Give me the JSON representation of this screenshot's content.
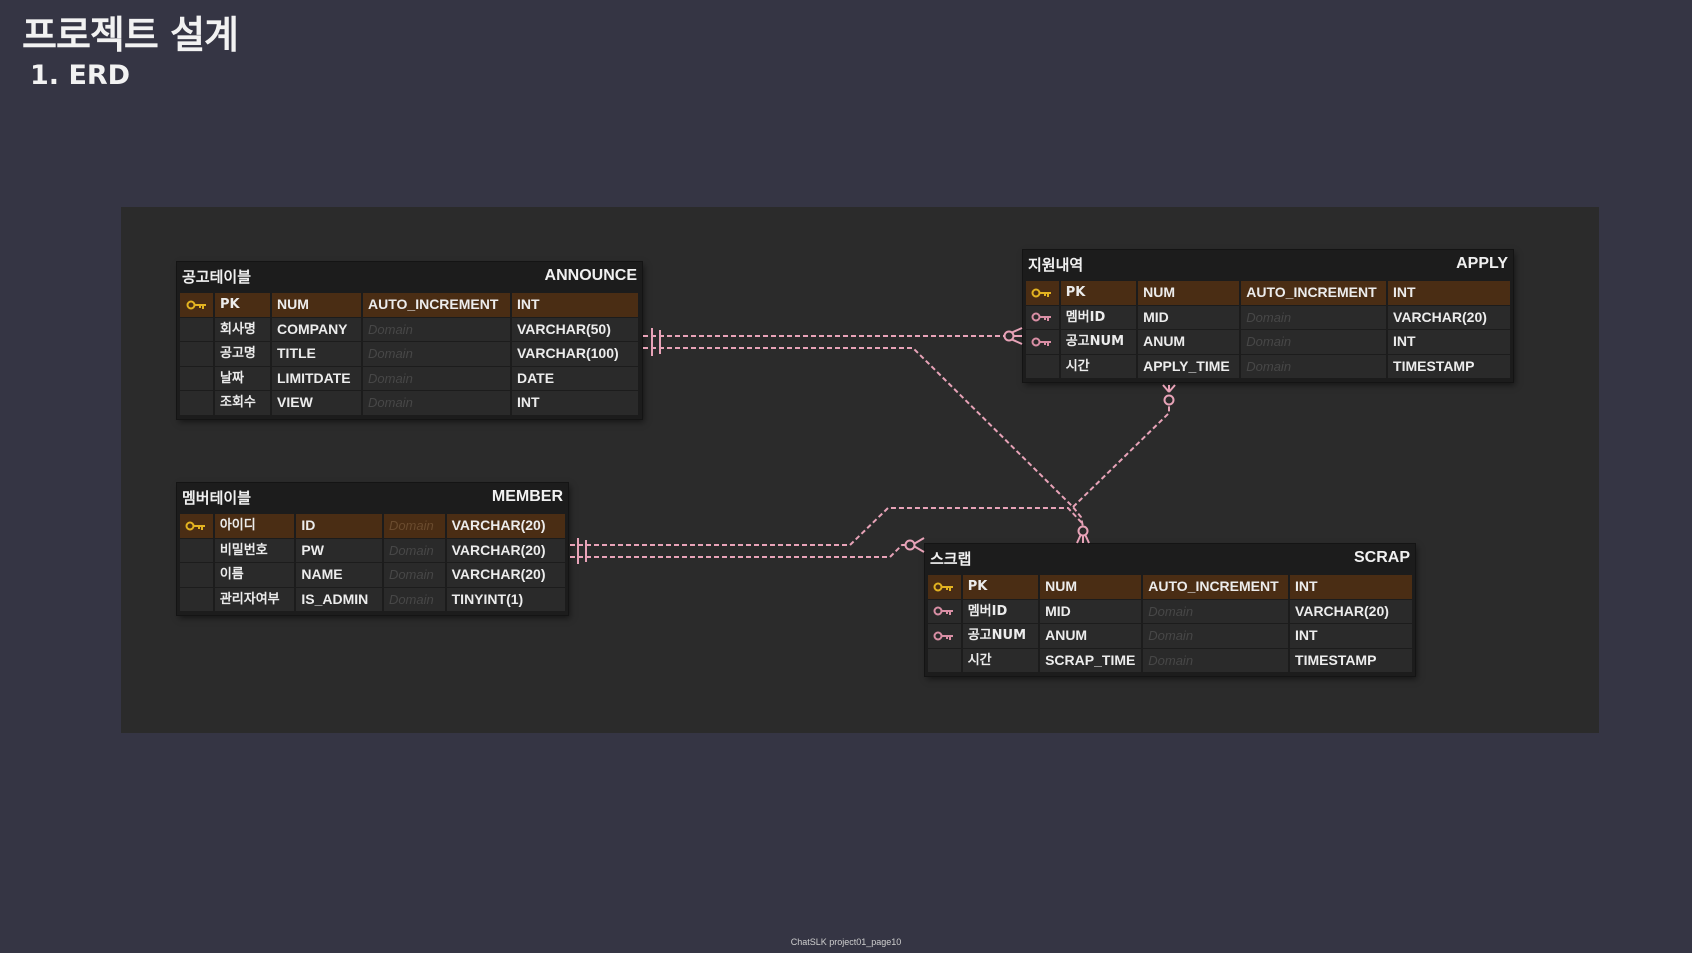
{
  "slide": {
    "title": "프로젝트 설계",
    "subtitle": "1. ERD"
  },
  "colors": {
    "background": "#353544",
    "canvas": "#2b2b2b",
    "pk_row": "#4a2d14",
    "relation_line": "#e8a3b8",
    "pk_key": "#e3b321",
    "fk_key": "#d98fa5"
  },
  "entities": {
    "announce": {
      "logical": "공고테이블",
      "physical": "ANNOUNCE",
      "rows": [
        {
          "key": "pk-key-icon",
          "logical": "PK",
          "physical": "NUM",
          "domain": "AUTO_INCREMENT",
          "type": "INT"
        },
        {
          "key": "",
          "logical": "회사명",
          "physical": "COMPANY",
          "domain": "Domain",
          "type": "VARCHAR(50)"
        },
        {
          "key": "",
          "logical": "공고명",
          "physical": "TITLE",
          "domain": "Domain",
          "type": "VARCHAR(100)"
        },
        {
          "key": "",
          "logical": "날짜",
          "physical": "LIMITDATE",
          "domain": "Domain",
          "type": "DATE"
        },
        {
          "key": "",
          "logical": "조회수",
          "physical": "VIEW",
          "domain": "Domain",
          "type": "INT"
        }
      ]
    },
    "apply": {
      "logical": "지원내역",
      "physical": "APPLY",
      "rows": [
        {
          "key": "pk-key-icon",
          "logical": "PK",
          "physical": "NUM",
          "domain": "AUTO_INCREMENT",
          "type": "INT"
        },
        {
          "key": "fk-key-icon",
          "logical": "멤버ID",
          "physical": "MID",
          "domain": "Domain",
          "type": "VARCHAR(20)"
        },
        {
          "key": "fk-key-icon",
          "logical": "공고NUM",
          "physical": "ANUM",
          "domain": "Domain",
          "type": "INT"
        },
        {
          "key": "",
          "logical": "시간",
          "physical": "APPLY_TIME",
          "domain": "Domain",
          "type": "TIMESTAMP"
        }
      ]
    },
    "member": {
      "logical": "멤버테이블",
      "physical": "MEMBER",
      "rows": [
        {
          "key": "pk-key-icon",
          "logical": "아이디",
          "physical": "ID",
          "domain": "Domain",
          "type": "VARCHAR(20)"
        },
        {
          "key": "",
          "logical": "비밀번호",
          "physical": "PW",
          "domain": "Domain",
          "type": "VARCHAR(20)"
        },
        {
          "key": "",
          "logical": "이름",
          "physical": "NAME",
          "domain": "Domain",
          "type": "VARCHAR(20)"
        },
        {
          "key": "",
          "logical": "관리자여부",
          "physical": "IS_ADMIN",
          "domain": "Domain",
          "type": "TINYINT(1)"
        }
      ]
    },
    "scrap": {
      "logical": "스크랩",
      "physical": "SCRAP",
      "rows": [
        {
          "key": "pk-key-icon",
          "logical": "PK",
          "physical": "NUM",
          "domain": "AUTO_INCREMENT",
          "type": "INT"
        },
        {
          "key": "fk-key-icon",
          "logical": "멤버ID",
          "physical": "MID",
          "domain": "Domain",
          "type": "VARCHAR(20)"
        },
        {
          "key": "fk-key-icon",
          "logical": "공고NUM",
          "physical": "ANUM",
          "domain": "Domain",
          "type": "INT"
        },
        {
          "key": "",
          "logical": "시간",
          "physical": "SCRAP_TIME",
          "domain": "Domain",
          "type": "TIMESTAMP"
        }
      ]
    }
  },
  "footer": "ChatSLK project01_page10"
}
